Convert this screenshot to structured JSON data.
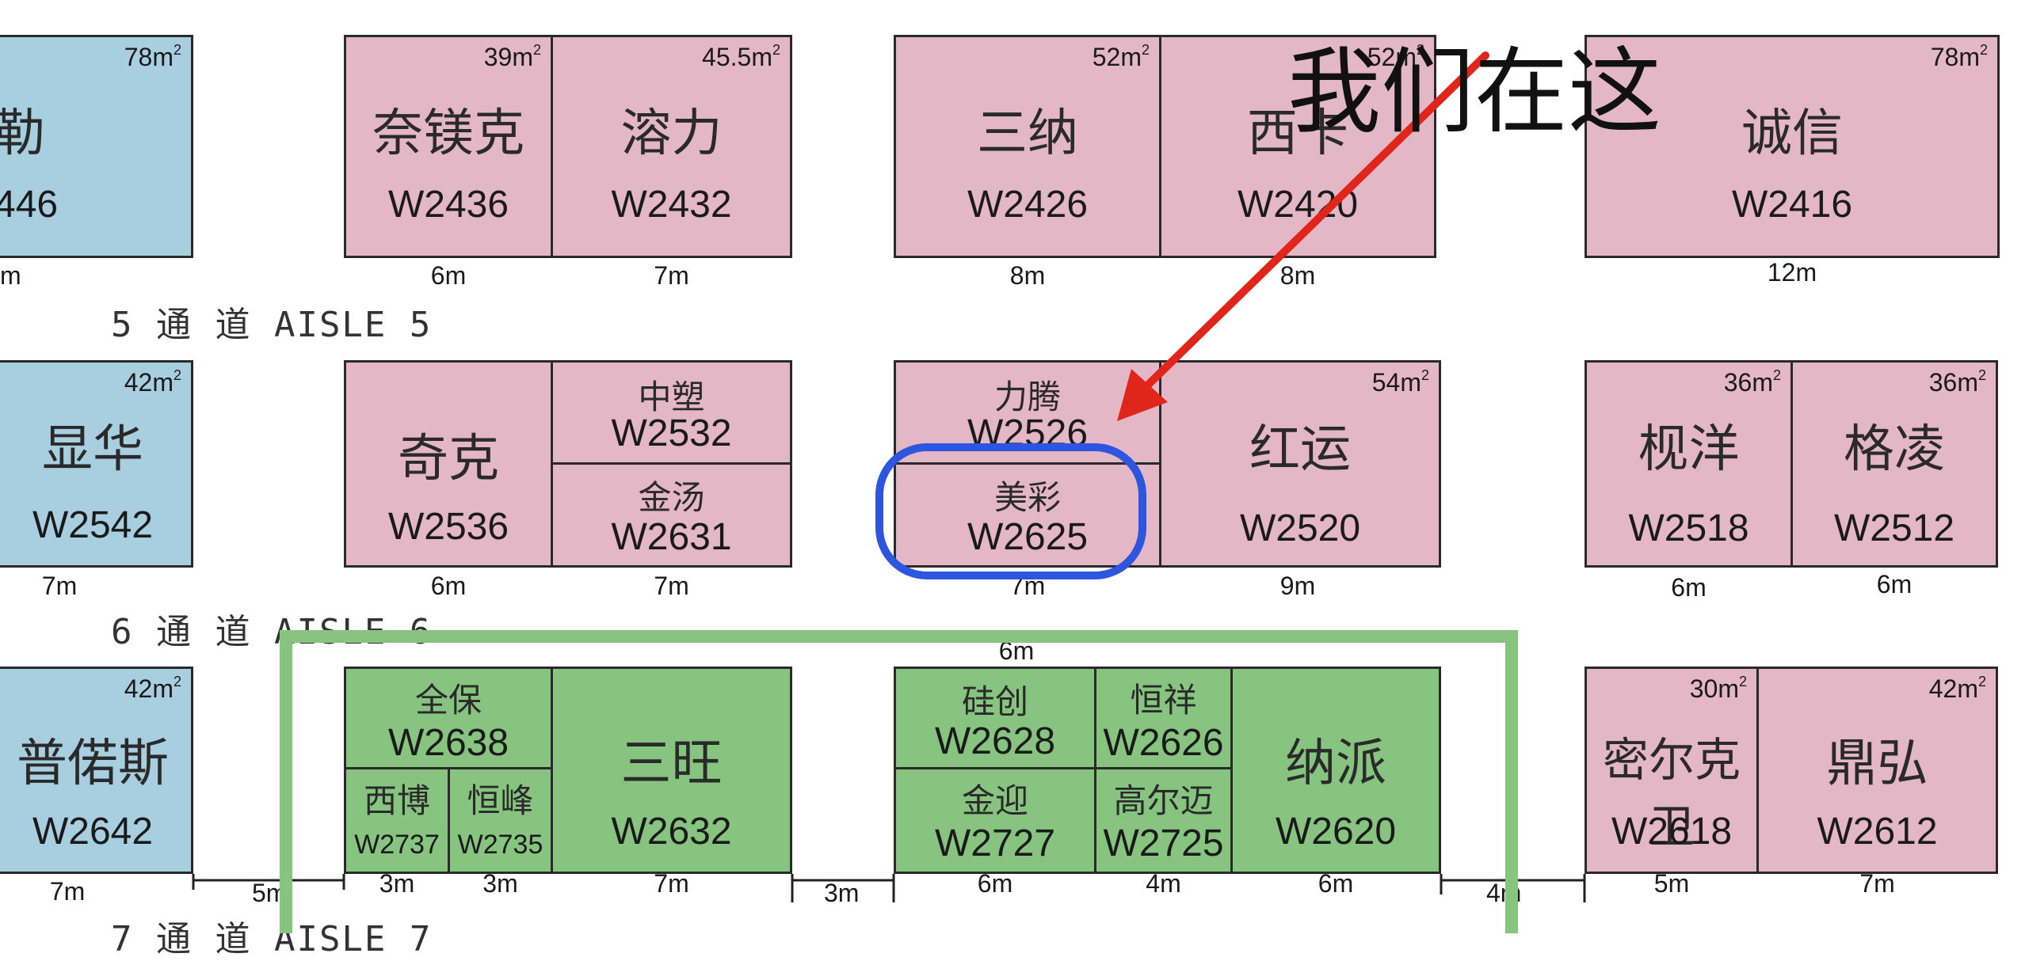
{
  "annotation": {
    "caption": "我们在这",
    "arrow_color": "#e0261a",
    "highlight_circle_color": "#2e55e0",
    "highlight_box_color": "#86c480"
  },
  "aisles": [
    "5 通 道 AISLE 5",
    "6 通 道 AISLE 6",
    "7 通 道 AISLE 7"
  ],
  "row1": {
    "b0": {
      "cn": "勒",
      "id": "446",
      "area": "78m",
      "width": "m"
    },
    "b1": {
      "cn": "奈镁克",
      "id": "W2436",
      "area": "39m",
      "width": "6m"
    },
    "b2": {
      "cn": "溶力",
      "id": "W2432",
      "area": "45.5m",
      "width": "7m"
    },
    "b3": {
      "cn": "三纳",
      "id": "W2426",
      "area": "52m",
      "width": "8m"
    },
    "b4": {
      "cn": "西卡",
      "id": "W2420",
      "area": "52m",
      "width": "8m"
    },
    "b5": {
      "cn": "诚信",
      "id": "W2416",
      "area": "78m",
      "width": "12m"
    }
  },
  "row2": {
    "b0": {
      "cn": "显华",
      "id": "W2542",
      "area": "42m",
      "width": "7m"
    },
    "b1": {
      "cn": "奇克",
      "id": "W2536",
      "width": "6m"
    },
    "b2a": {
      "cn": "中塑",
      "id": "W2532"
    },
    "b2b": {
      "cn": "金汤",
      "id": "W2631",
      "width": "7m"
    },
    "b3a": {
      "cn": "力腾",
      "id": "W2526"
    },
    "b3b": {
      "cn": "美彩",
      "id": "W2625",
      "width": "7m"
    },
    "b4": {
      "cn": "红运",
      "id": "W2520",
      "area": "54m",
      "width": "9m"
    },
    "b5": {
      "cn": "枧洋",
      "id": "W2518",
      "area": "36m",
      "width": "6m"
    },
    "b6": {
      "cn": "格凌",
      "id": "W2512",
      "area": "36m",
      "width": "6m"
    }
  },
  "row3": {
    "top_dim": "6m",
    "b0": {
      "cn": "普偌斯",
      "id": "W2642",
      "area": "42m",
      "width": "7m"
    },
    "b1": {
      "cn": "全保",
      "id": "W2638"
    },
    "b1c": {
      "cn": "西博",
      "id": "W2737",
      "width": "3m"
    },
    "b1d": {
      "cn": "恒峰",
      "id": "W2735",
      "width": "3m"
    },
    "b2": {
      "cn": "三旺",
      "id": "W2632",
      "width": "7m"
    },
    "b3a": {
      "cn": "硅创",
      "id": "W2628"
    },
    "b3b": {
      "cn": "金迎",
      "id": "W2727",
      "width": "6m"
    },
    "b4a": {
      "cn": "恒祥",
      "id": "W2626"
    },
    "b4b": {
      "cn": "高尔迈",
      "id": "W2725",
      "width": "4m"
    },
    "b5": {
      "cn": "纳派",
      "id": "W2620",
      "width": "6m"
    },
    "b6": {
      "cn": "密尔克卫",
      "id": "W2618",
      "area": "30m",
      "width": "5m"
    },
    "b7": {
      "cn": "鼎弘",
      "id": "W2612",
      "area": "42m",
      "width": "7m"
    },
    "gap_a": "5m",
    "gap_b": "3m",
    "gap_c": "4m",
    "left_width": "7m"
  }
}
